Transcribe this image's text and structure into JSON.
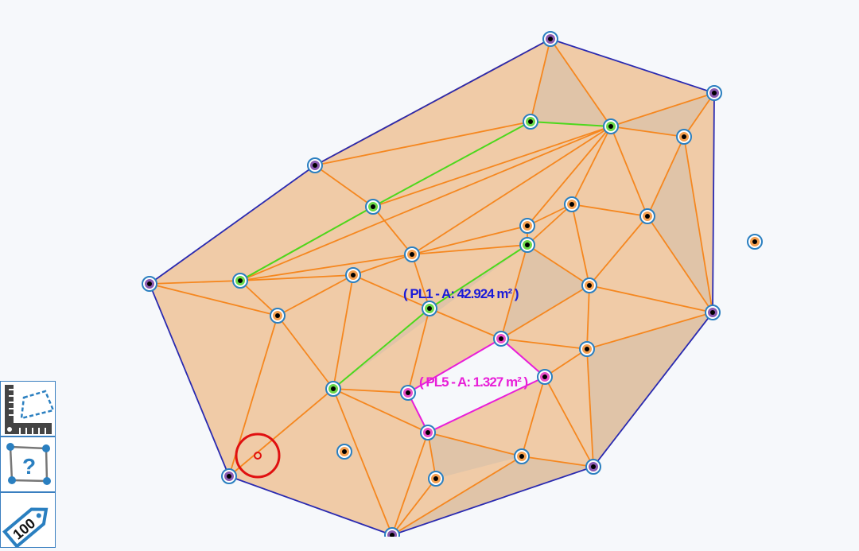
{
  "labels": {
    "pl1": "( PL1 - A: 42.924 m² )",
    "pl5": "( PL5 - A: 1.327 m² )"
  },
  "toolbar": {
    "tools": [
      "measure-area",
      "identify-polygon",
      "label-value"
    ],
    "tag_text": "100"
  },
  "colors": {
    "fill": "#f0cba7",
    "hull": "#2a2ab0",
    "edge": "#f5871f",
    "breakline": "#4cd81c",
    "hole": "#e81ed8",
    "pl1_label": "#1a1ad8",
    "pl5_label": "#e81ed8",
    "node_ring": "#2a7fc0",
    "cursor": "#e01010"
  }
}
